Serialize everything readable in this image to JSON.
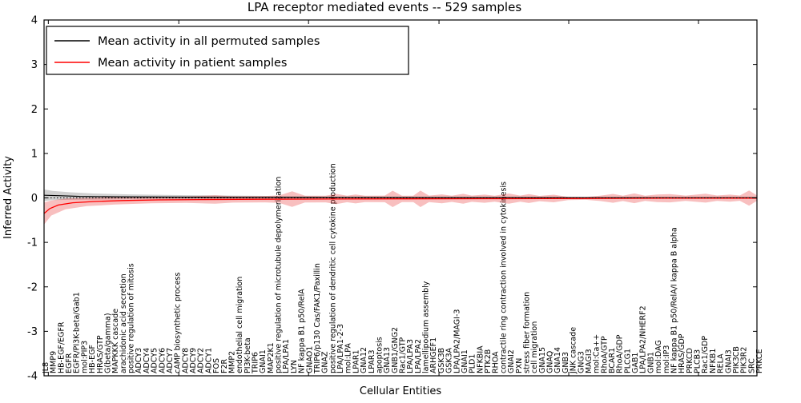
{
  "title": "LPA receptor mediated events -- 529 samples",
  "axes": {
    "xlabel": "Cellular Entities",
    "ylabel": "Inferred Activity",
    "yticks": [
      4,
      3,
      2,
      1,
      0,
      -1,
      -2,
      -3,
      -4
    ],
    "ylim": [
      -4,
      4
    ]
  },
  "legend": {
    "items": [
      {
        "label": "Mean activity in all permuted samples",
        "color": "#000000"
      },
      {
        "label": "Mean activity in patient samples",
        "color": "#ff0000"
      }
    ]
  },
  "colors": {
    "patient_band": "rgba(235,60,60,0.33)",
    "permuted_band": "rgba(150,150,150,0.45)",
    "frame": "#000000"
  },
  "chart_data": {
    "type": "line",
    "title": "LPA receptor mediated events -- 529 samples",
    "xlabel": "Cellular Entities",
    "ylabel": "Inferred Activity",
    "ylim": [
      -4,
      4
    ],
    "grid": false,
    "legend_position": "upper left",
    "categories": [
      "IL8",
      "MMP9",
      "HB-EGF/EGFR",
      "EGFR",
      "EGFR/PI3K-beta/Gab1",
      "mol:PIP3",
      "HB-EGF",
      "HRAS/GTP",
      "G(beta/gamma)",
      "MAPKKK cascade",
      "arachidonic acid secretion",
      "positive regulation of mitosis",
      "ADCY3",
      "ADCY4",
      "ADCY5",
      "ADCY6",
      "ADCY7",
      "cAMP biosynthetic process",
      "ADCY8",
      "ADCY9",
      "ADCY2",
      "ADCY1",
      "FOS",
      "F2R",
      "MMP2",
      "endothelial cell migration",
      "PI3K-beta",
      "TRIP6",
      "GNAI1",
      "MAP2K1",
      "positive regulation of microtubule depolymerization",
      "LPA/LPA1",
      "LYN",
      "NF kappa B1 p50/RelA",
      "GNAO1",
      "TRIP6/p130 Cas/FAK1/Paxillin",
      "GNAZ",
      "positive regulation of dendritic cell cytokine production",
      "LPA/LPA1-2-3",
      "mol:LPA",
      "LPAR1",
      "GNA12",
      "LPAR3",
      "apoptosis",
      "GNA13",
      "GNB1/GNG2",
      "Rac1/GTP",
      "LPA/LPA3",
      "LPA/LPA2",
      "lamellipodium assembly",
      "ARHGEF1",
      "GSK3B",
      "GSK3A",
      "LPA/LPA2/MAGI-3",
      "GNAI1",
      "PLD1",
      "NFKBIA",
      "PTK2B",
      "RHOA",
      "contractile ring contraction involved in cytokinesis",
      "GNAI2",
      "PXN",
      "stress fiber formation",
      "cell migration",
      "GNA15",
      "GNAQ",
      "GNA14",
      "GNB3",
      "JNK cascade",
      "GNG3",
      "MAGI3",
      "mol:Ca++",
      "RhoA/GTP",
      "BCAR1",
      "RhoA/GDP",
      "PLCG1",
      "GAB1",
      "LPA/LPA2/NHERF2",
      "GNB1",
      "mol:DAG",
      "mol:IP3",
      "NF kappa B1 p50/RelA/I kappa B alpha",
      "HRAS/GDP",
      "PRKCD",
      "PLCB3",
      "Rac1/GDP",
      "NFKB1",
      "RELA",
      "GNAI3",
      "PIK3CB",
      "PIK3R2",
      "SRC",
      "PRKCE"
    ],
    "series": [
      {
        "name": "Mean activity in all permuted samples",
        "color": "#000000",
        "points": [
          [
            0.0,
            0.06
          ],
          [
            0.02,
            0.05
          ],
          [
            0.05,
            0.035
          ],
          [
            0.1,
            0.025
          ],
          [
            0.18,
            0.018
          ],
          [
            0.3,
            0.012
          ],
          [
            0.45,
            0.01
          ],
          [
            0.6,
            0.008
          ],
          [
            0.8,
            0.006
          ],
          [
            1.0,
            0.005
          ]
        ]
      },
      {
        "name": "Mean activity in patient samples",
        "color": "#ff0000",
        "points": [
          [
            0.0,
            -0.35
          ],
          [
            0.008,
            -0.24
          ],
          [
            0.02,
            -0.16
          ],
          [
            0.04,
            -0.11
          ],
          [
            0.07,
            -0.08
          ],
          [
            0.11,
            -0.06
          ],
          [
            0.16,
            -0.045
          ],
          [
            0.22,
            -0.038
          ],
          [
            0.3,
            -0.03
          ],
          [
            0.4,
            -0.025
          ],
          [
            0.5,
            -0.022
          ],
          [
            0.62,
            -0.018
          ],
          [
            0.75,
            -0.012
          ],
          [
            0.87,
            -0.008
          ],
          [
            1.0,
            -0.005
          ]
        ]
      }
    ],
    "zero_line": 0,
    "patient_band_halfwidth": [
      [
        0.0,
        0.25
      ],
      [
        0.01,
        0.17
      ],
      [
        0.03,
        0.12
      ],
      [
        0.06,
        0.095
      ],
      [
        0.1,
        0.085
      ],
      [
        0.15,
        0.075
      ],
      [
        0.2,
        0.072
      ],
      [
        0.24,
        0.095
      ],
      [
        0.265,
        0.072
      ],
      [
        0.31,
        0.072
      ],
      [
        0.33,
        0.085
      ],
      [
        0.348,
        0.175
      ],
      [
        0.366,
        0.075
      ],
      [
        0.395,
        0.075
      ],
      [
        0.41,
        0.115
      ],
      [
        0.425,
        0.072
      ],
      [
        0.437,
        0.1
      ],
      [
        0.45,
        0.072
      ],
      [
        0.478,
        0.075
      ],
      [
        0.489,
        0.185
      ],
      [
        0.502,
        0.072
      ],
      [
        0.518,
        0.072
      ],
      [
        0.528,
        0.185
      ],
      [
        0.54,
        0.072
      ],
      [
        0.558,
        0.1
      ],
      [
        0.572,
        0.07
      ],
      [
        0.588,
        0.11
      ],
      [
        0.6,
        0.07
      ],
      [
        0.618,
        0.092
      ],
      [
        0.632,
        0.068
      ],
      [
        0.652,
        0.115
      ],
      [
        0.668,
        0.068
      ],
      [
        0.68,
        0.1
      ],
      [
        0.695,
        0.06
      ],
      [
        0.715,
        0.085
      ],
      [
        0.735,
        0.035
      ],
      [
        0.76,
        0.032
      ],
      [
        0.78,
        0.06
      ],
      [
        0.798,
        0.1
      ],
      [
        0.812,
        0.06
      ],
      [
        0.828,
        0.11
      ],
      [
        0.843,
        0.06
      ],
      [
        0.86,
        0.085
      ],
      [
        0.878,
        0.092
      ],
      [
        0.9,
        0.06
      ],
      [
        0.928,
        0.1
      ],
      [
        0.944,
        0.06
      ],
      [
        0.962,
        0.08
      ],
      [
        0.976,
        0.06
      ],
      [
        0.989,
        0.17
      ],
      [
        1.0,
        0.06
      ]
    ],
    "permuted_band_halfwidth": [
      [
        0.0,
        0.13
      ],
      [
        0.012,
        0.105
      ],
      [
        0.035,
        0.085
      ],
      [
        0.07,
        0.068
      ],
      [
        0.12,
        0.055
      ],
      [
        0.2,
        0.045
      ],
      [
        0.3,
        0.035
      ],
      [
        0.38,
        0.022
      ],
      [
        0.43,
        0.0
      ]
    ],
    "xticks_fractions": [
      0.006,
      0.189,
      0.371,
      0.554,
      0.736,
      0.918
    ]
  }
}
